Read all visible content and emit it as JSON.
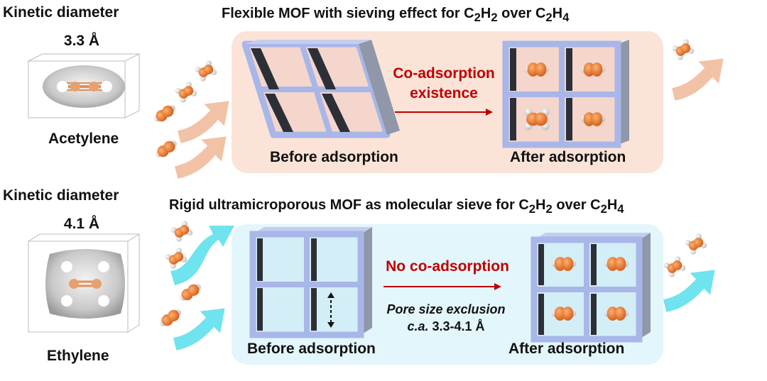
{
  "colors": {
    "panel_top": "#fbe3d8",
    "panel_bottom": "#e2f6fb",
    "arrow_top": "#f2c2a6",
    "arrow_bottom": "#6fe3ee",
    "frame": "#a8b6e8",
    "dark_wall": "#2c3036",
    "accent_red": "#c00000",
    "molecule_orange": "#e8772a",
    "molecule_gray": "#bcbcbc"
  },
  "top": {
    "kinetic_label": "Kinetic diameter",
    "diameter": "3.3 Å",
    "molecule_name": "Acetylene",
    "title_prefix": "Flexible MOF with sieving effect for C",
    "title_sub1": "2",
    "title_h1": "H",
    "title_sub2": "2",
    "title_over": " over C",
    "title_sub3": "2",
    "title_h2": "H",
    "title_sub4": "4",
    "annotation_line1": "Co-adsorption",
    "annotation_line2": "existence",
    "before_label": "Before adsorption",
    "after_label": "After adsorption"
  },
  "bottom": {
    "kinetic_label": "Kinetic diameter",
    "diameter": "4.1 Å",
    "molecule_name": "Ethylene",
    "title_prefix": "Rigid ultramicroporous MOF as molecular sieve for C",
    "title_sub1": "2",
    "title_h1": "H",
    "title_sub2": "2",
    "title_over": " over C",
    "title_sub3": "2",
    "title_h2": "H",
    "title_sub4": "4",
    "annotation": "No co-adsorption",
    "pore_text": "Pore size exclusion",
    "ca_text": "c.a.",
    "range_text": " 3.3-4.1 Å",
    "before_label": "Before adsorption",
    "after_label": "After adsorption"
  },
  "icons": {
    "acetylene": "acetylene-molecule-icon",
    "ethylene": "ethylene-molecule-icon",
    "flow_arrow": "flow-arrow-icon",
    "mof_cage": "mof-cage-icon"
  }
}
